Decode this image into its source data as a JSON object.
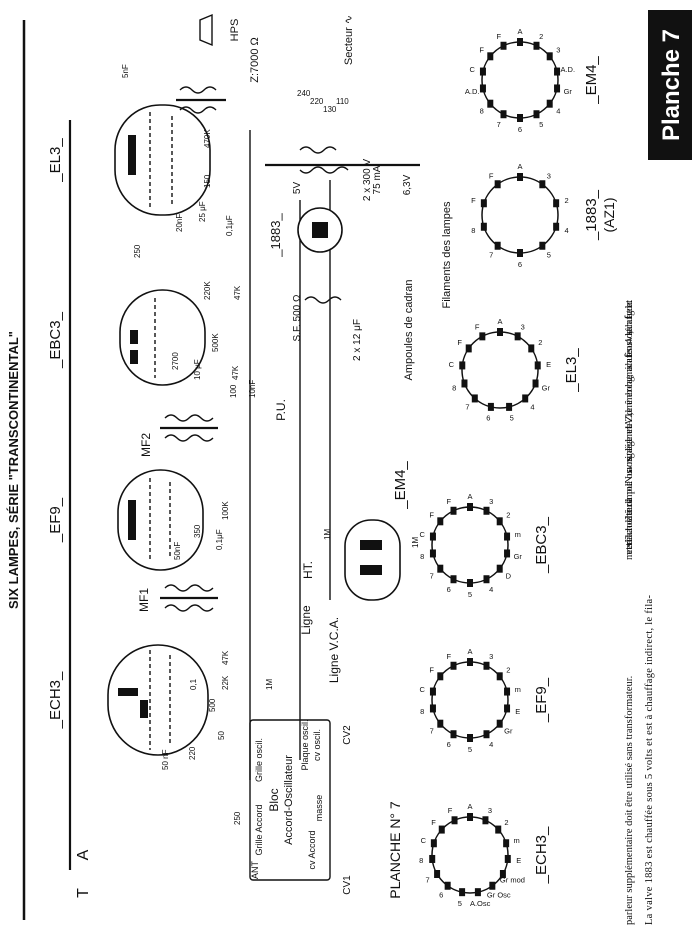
{
  "header": {
    "series_title": "SIX LAMPES, SÉRIE \"TRANSCONTINENTAL\"",
    "plate_badge": "Planche 7",
    "plate_caption": "PLANCHE N° 7"
  },
  "tubes": {
    "ech3": "_ECH3_",
    "ef9": "_EF9_",
    "ebc3": "_EBC3_",
    "el3": "_EL3_",
    "em4": "_EM4_",
    "r1883": "_1883_"
  },
  "schematic_labels": {
    "antenna": "A",
    "earth": "T",
    "mf1": "MF1",
    "mf2": "MF2",
    "ht": "HT.",
    "ligne": "Ligne",
    "ligne_vca": "Ligne V.C.A.",
    "pu": "P.U.",
    "hps": "HPS",
    "impedance": "Z:7000 Ω",
    "secteur": "Secteur ∿",
    "filaments": "Filaments des lampes",
    "ampoules": "Ampoules de cadran",
    "sf": "S.F. 500 Ω",
    "cap_2x12": "2 x 12 μF",
    "hv_winding": "2 x 300 V",
    "hv_current": "75 mA",
    "fil_5v": "5V",
    "fil_63v": "6,3V",
    "taps": [
      "240",
      "220",
      "130",
      "110"
    ],
    "cv1": "CV1",
    "cv2": "CV2",
    "bloc": {
      "title": "Bloc",
      "subtitle": "Accord-Oscillateur",
      "grille_accord": "Grille Accord",
      "grille_oscil": "Grille oscil.",
      "plaque_oscil": "Plaque oscil.",
      "cv_oscil": "cv oscil.",
      "cv_accord": "cv Accord",
      "ant": "ANT",
      "masse": "masse"
    },
    "components": [
      "47K",
      "22K",
      "1M",
      "500",
      "0,1",
      "50",
      "250",
      "50 nF",
      "220",
      "100K",
      "350",
      "0,1μF",
      "50nF",
      "10nF",
      "500K",
      "47K",
      "100",
      "2700",
      "10 μF",
      "220K",
      "47K",
      "20nF",
      "25 μF",
      "150",
      "470K",
      "5nF",
      "0,1μF",
      "250",
      "1M",
      "1M"
    ]
  },
  "sockets": [
    {
      "name": "_ECH3_",
      "pins": [
        "A",
        "3",
        "2",
        "m",
        "E",
        "Gr mod",
        "Gr Osc",
        "A.Osc",
        "5",
        "6",
        "7",
        "8",
        "C",
        "F",
        "F"
      ]
    },
    {
      "name": "_EF9_",
      "pins": [
        "A",
        "3",
        "2",
        "m",
        "E",
        "Gr",
        "4",
        "5",
        "6",
        "7",
        "8",
        "C",
        "F",
        "F"
      ]
    },
    {
      "name": "_EBC3_",
      "pins": [
        "A",
        "3",
        "2",
        "m",
        "Gr",
        "D",
        "4",
        "5",
        "6",
        "7",
        "8",
        "C",
        "F",
        "F"
      ]
    },
    {
      "name": "_EL3_",
      "pins": [
        "A",
        "3",
        "2",
        "E",
        "Gr",
        "4",
        "5",
        "6",
        "7",
        "8",
        "C",
        "F",
        "F"
      ]
    },
    {
      "name": "_1883_",
      "sub": "(AZ1)",
      "pins": [
        "A",
        "3",
        "2",
        "4",
        "5",
        "6",
        "7",
        "8",
        "F",
        "F"
      ]
    },
    {
      "name": "_EM4_",
      "pins": [
        "A",
        "2",
        "3",
        "A.D.",
        "Gr",
        "4",
        "5",
        "6",
        "7",
        "8",
        "A.D.",
        "C",
        "F",
        "F"
      ]
    }
  ],
  "text": {
    "col1": "parleur supplémentaire doit être utilisé sans transformateur.",
    "col1b": "La valve 1883 est chauffée sous 5 volts et est à chauffage indirect, le fila-",
    "col2": "ment est relié à la cathode à l'intérieur de l'ampoule. Nous avons signalé également la AZ1, de même brochage, mais chauffée sous 4 volts, et à chauffage direct."
  }
}
